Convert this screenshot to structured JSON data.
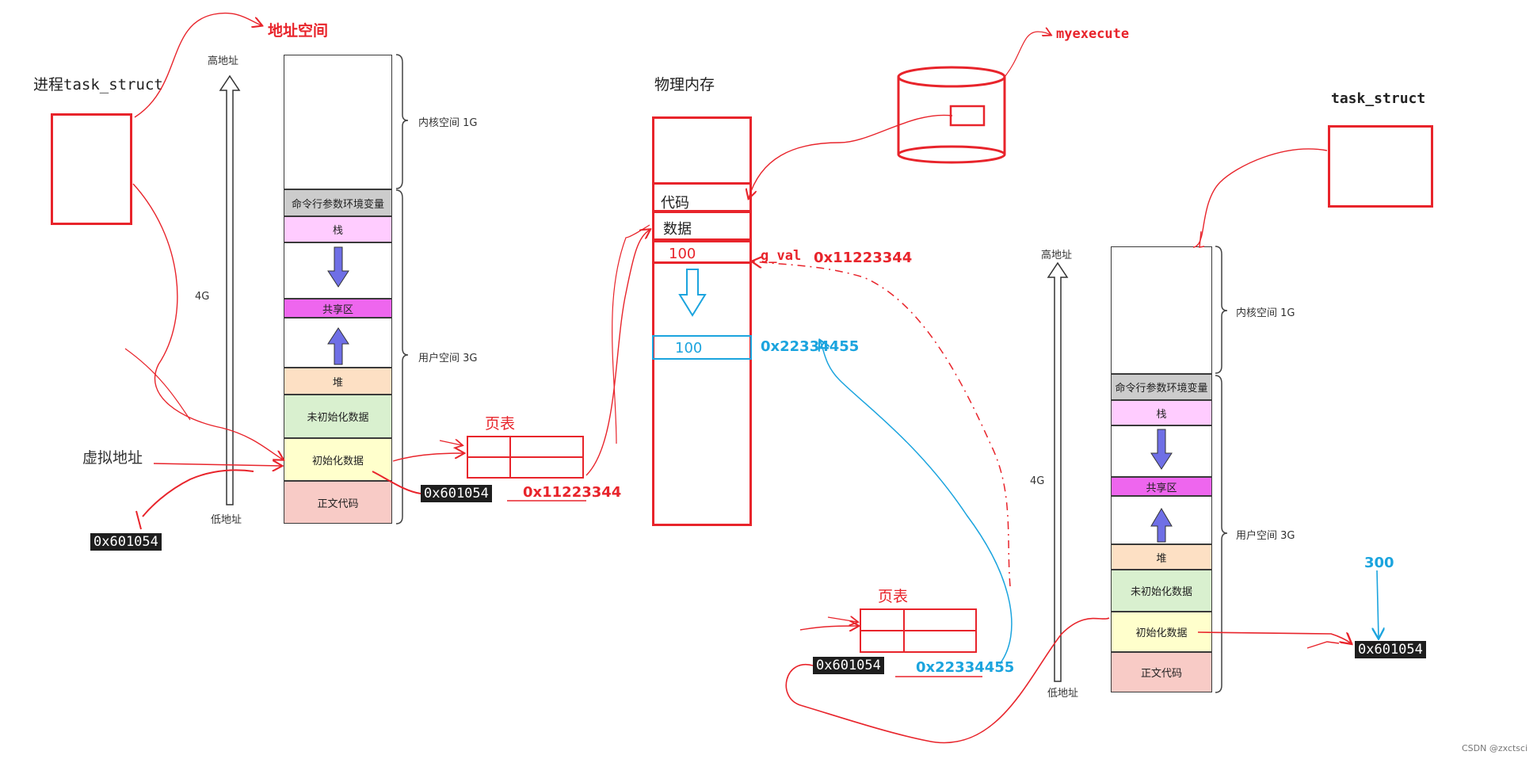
{
  "left": {
    "process_label": "进程task_struct",
    "address_space_label": "地址空间",
    "virtual_address_label": "虚拟地址",
    "high_addr": "高地址",
    "low_addr": "低地址",
    "size_4g": "4G",
    "kernel_space": "内核空间 1G",
    "user_space": "用户空间 3G",
    "segments": [
      "命令行参数环境变量",
      "栈",
      "共享区",
      "堆",
      "未初始化数据",
      "初始化数据",
      "正文代码"
    ],
    "page_table_label": "页表",
    "virtual_addr_value": "0x601054",
    "page_table_virtual": "0x601054",
    "page_table_physical": "0x11223344"
  },
  "physical": {
    "title": "物理内存",
    "code": "代码",
    "data": "数据",
    "value_original": "100",
    "value_copy": "100",
    "g_val_label": "g_val",
    "addr_original": "0x11223344",
    "addr_copy": "0x22334455"
  },
  "disk": {
    "label": "myexecute"
  },
  "right": {
    "task_label": "task_struct",
    "high_addr": "高地址",
    "low_addr": "低地址",
    "size_4g": "4G",
    "kernel_space": "内核空间 1G",
    "user_space": "用户空间 3G",
    "segments": [
      "命令行参数环境变量",
      "栈",
      "共享区",
      "堆",
      "未初始化数据",
      "初始化数据",
      "正文代码"
    ],
    "page_table_label": "页表",
    "page_table_virtual": "0x601054",
    "page_table_physical": "0x22334455",
    "new_value": "300",
    "virtual_addr_value": "0x601054"
  },
  "watermark": "CSDN @zxctsci",
  "colors": {
    "red": "#e8242b",
    "blue": "#1ba4de",
    "stack_pink": "#ffccff",
    "shared_magenta": "#ee66ee",
    "heap_peach": "#fde0c4",
    "uninit_green": "#d9f0cf",
    "init_yellow": "#ffffcc",
    "code_salmon": "#f8cbc6",
    "env_gray": "#cccccc",
    "arrow_purple": "#6f6fe6"
  }
}
